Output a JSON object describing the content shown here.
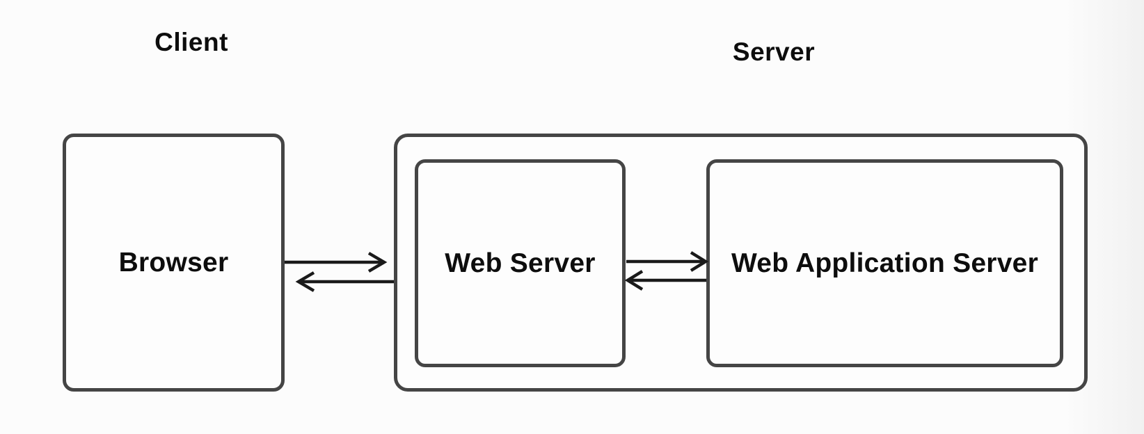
{
  "diagram": {
    "type": "architecture-diagram",
    "sections": {
      "client": {
        "label": "Client"
      },
      "server": {
        "label": "Server"
      }
    },
    "nodes": {
      "browser": {
        "label": "Browser",
        "section": "client"
      },
      "web_server": {
        "label": "Web Server",
        "section": "server"
      },
      "web_app_server": {
        "label": "Web Application Server",
        "section": "server"
      }
    },
    "connections": [
      {
        "from": "browser",
        "to": "server",
        "direction": "right",
        "style": "open-chevron-arrow"
      },
      {
        "from": "server",
        "to": "browser",
        "direction": "left",
        "style": "open-chevron-arrow"
      },
      {
        "from": "web_server",
        "to": "web_app_server",
        "direction": "right",
        "style": "open-chevron-arrow"
      },
      {
        "from": "web_app_server",
        "to": "web_server",
        "direction": "left",
        "style": "open-chevron-arrow"
      }
    ],
    "colors": {
      "background": "#fcfcfc",
      "box_border": "#454545",
      "box_fill": "#fdfdfd",
      "arrow": "#1a1a1a",
      "text": "#0d0d0d"
    }
  }
}
